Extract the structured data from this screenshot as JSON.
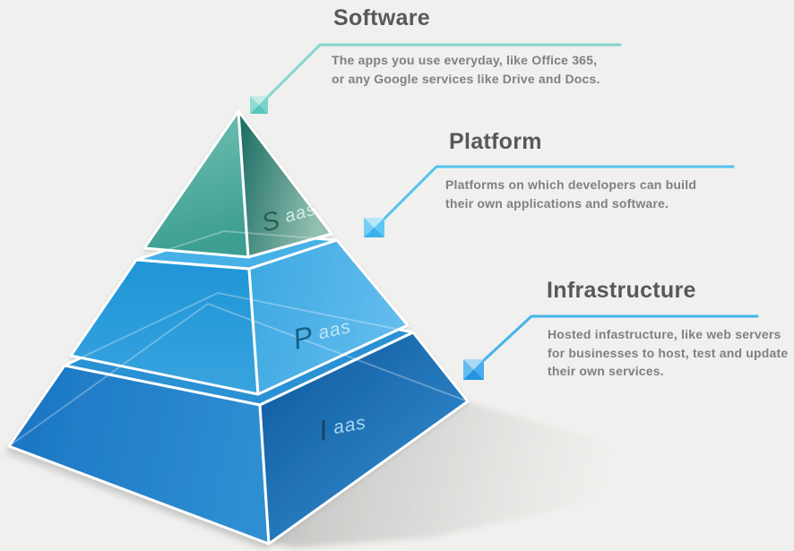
{
  "background_color": "#f0f0ee",
  "pyramid": {
    "layers": [
      {
        "id": "saas",
        "label": {
          "big": "S",
          "small": "aas",
          "big_color": "#2a5f56",
          "small_color": "#d4ece4"
        },
        "colors": {
          "left": [
            "#72c2b4",
            "#3d9e91"
          ],
          "right": [
            "#186a60",
            "#93c1b2"
          ]
        }
      },
      {
        "id": "paas",
        "label": {
          "big": "P",
          "small": "aas",
          "big_color": "#176084",
          "small_color": "#bde5f7"
        },
        "colors": {
          "left": [
            "#2095d7",
            "#38a4de"
          ],
          "right": [
            "#3da8e2",
            "#62bcec"
          ],
          "top": "#47b0e7"
        }
      },
      {
        "id": "iaas",
        "label": {
          "big": "I",
          "small": "aas",
          "big_color": "#1c4066",
          "small_color": "#a5d8f4"
        },
        "colors": {
          "left": [
            "#1a74c2",
            "#2f8ed2"
          ],
          "right": [
            "#0f579c",
            "#3590d2"
          ],
          "top": "#2b91d4"
        }
      }
    ]
  },
  "callouts": [
    {
      "id": "software",
      "title": "Software",
      "description": [
        "The apps you use everyday, like Office 365,",
        "or any Google services like Drive and Docs."
      ],
      "line_color": "#82d5cf",
      "marker": {
        "facets": [
          "#c6ece7",
          "#8fdcd4",
          "#79d4cb",
          "#57c5bc"
        ]
      }
    },
    {
      "id": "platform",
      "title": "Platform",
      "description": [
        "Platforms on which developers can build",
        "their own applications and software."
      ],
      "line_color": "#54c3ef",
      "marker": {
        "facets": [
          "#b9e7fa",
          "#77cef4",
          "#5ec7f2",
          "#36b2ec"
        ]
      }
    },
    {
      "id": "infrastructure",
      "title": "Infrastructure",
      "description": [
        "Hosted infastructure, like web servers",
        "for businesses to host, test and update",
        "their own services."
      ],
      "line_color": "#45b3ea",
      "marker": {
        "facets": [
          "#a8daf8",
          "#64bbf0",
          "#4aabec",
          "#2494e2"
        ]
      }
    }
  ],
  "text_colors": {
    "title": "#58585a",
    "description": "#7e8084"
  }
}
